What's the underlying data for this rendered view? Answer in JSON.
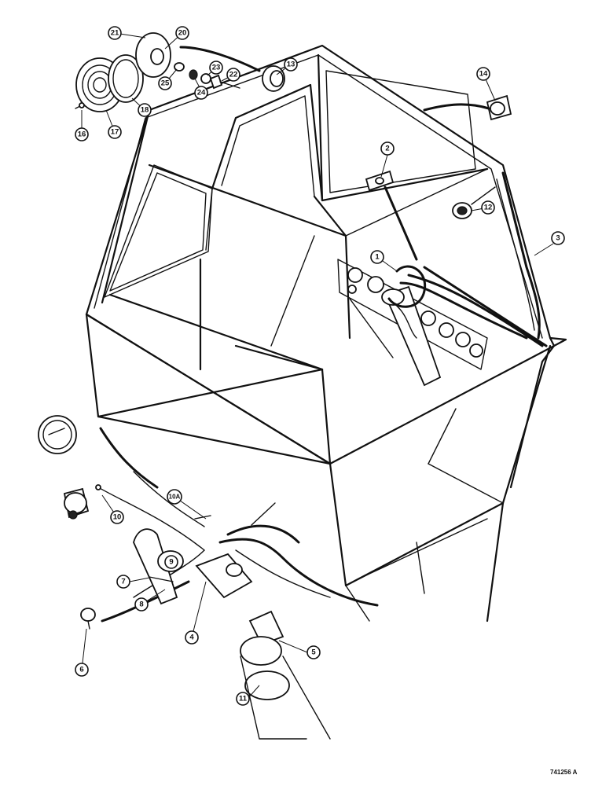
{
  "callouts": {
    "c1": "1",
    "c2": "2",
    "c3": "3",
    "c4": "4",
    "c5": "5",
    "c6": "6",
    "c7": "7",
    "c8": "8",
    "c9": "9",
    "c10": "10",
    "c10a": "10A",
    "c11": "11",
    "c12": "12",
    "c13": "13",
    "c14": "14",
    "c16": "16",
    "c17": "17",
    "c18": "18",
    "c20": "20",
    "c21": "21",
    "c22": "22",
    "c23": "23",
    "c24": "24",
    "c25": "25"
  },
  "reference": "741256 A"
}
